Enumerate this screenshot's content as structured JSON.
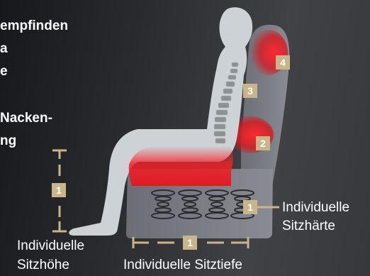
{
  "intro_lines": [
    "empfinden",
    "a",
    "e",
    "Nacken-",
    "ng"
  ],
  "markers": [
    "4",
    "3",
    "2",
    "1",
    "1",
    "1"
  ],
  "labels": {
    "sitzhaerte": [
      "Individuelle",
      "Sitzhärte"
    ],
    "sitzhoehe": [
      "Individuelle",
      "Sitzhöhe"
    ],
    "sitztiefe": "Individuelle Sitztiefe"
  },
  "colors": {
    "background": "#2b2d31",
    "badge": "#c8b58a",
    "accent_red": "#e01a24",
    "chair": "#7d7f86",
    "body": "#cfd5d9"
  }
}
